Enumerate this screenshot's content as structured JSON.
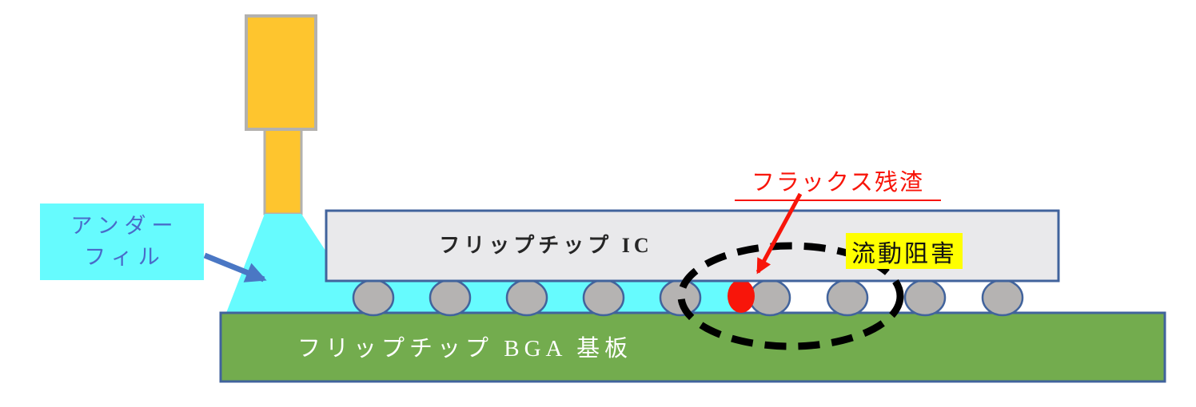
{
  "diagram": {
    "title": "Flip-chip underfill flow obstruction by flux residue",
    "labels": {
      "underfill_line1": "アンダー",
      "underfill_line2": "フィル",
      "ic": "フリップチップ IC",
      "flux_residue": "フラックス残渣",
      "flow_obstruction": "流動阻害",
      "substrate": "フリップチップ BGA 基板"
    },
    "colors": {
      "nozzle": "#FEC52E",
      "nozzle_border": "#B3B1AE",
      "underfill": "#66FBFE",
      "label_text_blue": "#4A6BC9",
      "arrow_blue": "#4A77C4",
      "ic_fill": "#E9E9EB",
      "outline_blue": "#41639C",
      "ball_fill": "#B5B3B2",
      "substrate_green": "#73AC4E",
      "red": "#F8150A",
      "highlight_yellow": "#FFFF00",
      "ellipse_black": "#000000",
      "text_dark": "#262626",
      "text_white": "#FFFFFF"
    }
  }
}
